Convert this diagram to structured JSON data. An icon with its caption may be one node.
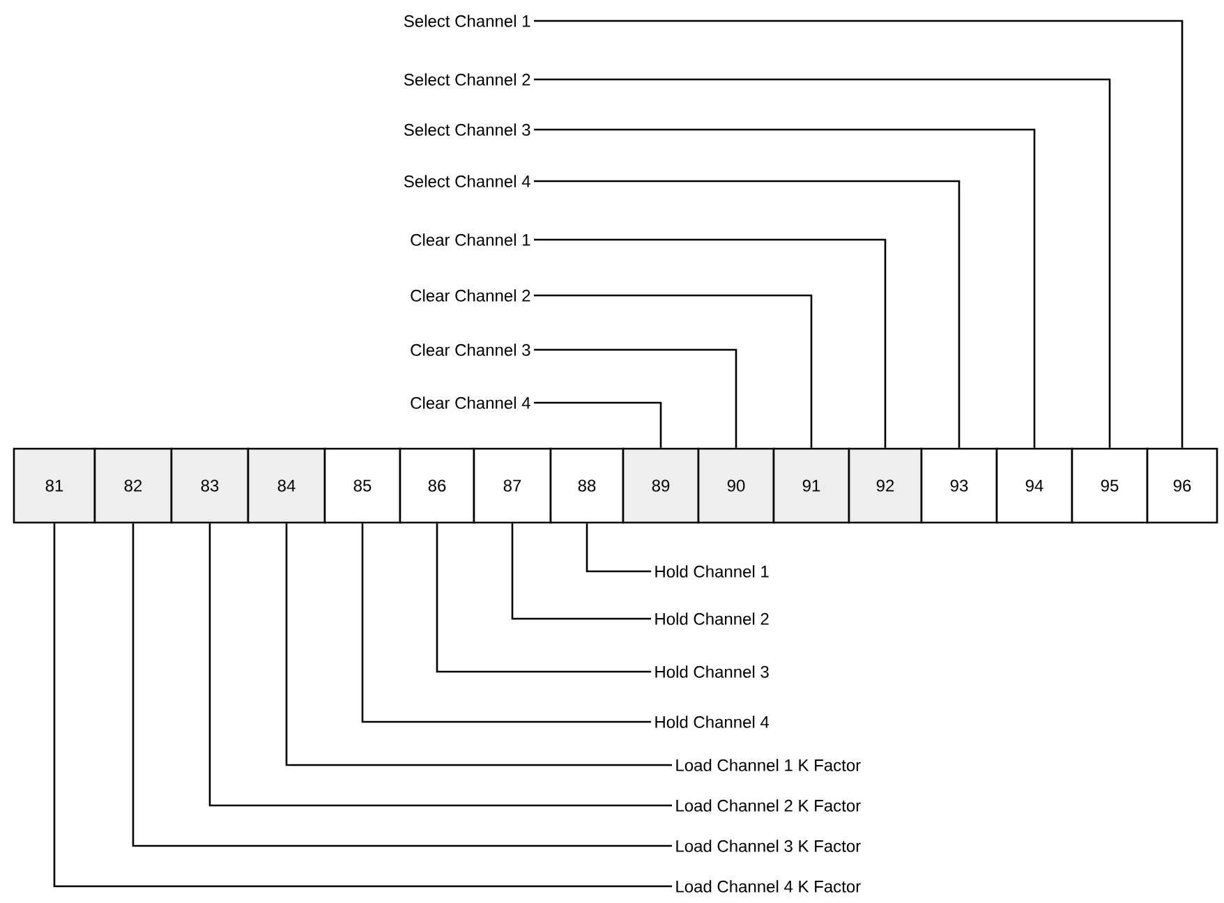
{
  "diagram": {
    "nodes": [
      {
        "text": [
          "81"
        ]
      },
      {
        "text": [
          "82"
        ]
      },
      {
        "text": [
          "83"
        ]
      },
      {
        "text": [
          "84"
        ]
      },
      {
        "text": [
          "85"
        ]
      },
      {
        "text": [
          "86"
        ]
      },
      {
        "text": [
          "87"
        ]
      },
      {
        "text": [
          "88"
        ]
      },
      {
        "text": [
          "89"
        ]
      },
      {
        "text": [
          "90"
        ]
      },
      {
        "text": [
          "91"
        ]
      },
      {
        "text": [
          "92"
        ]
      },
      {
        "text": [
          "93"
        ]
      },
      {
        "text": [
          "94"
        ]
      },
      {
        "text": [
          "95"
        ]
      },
      {
        "text": [
          "96"
        ]
      },
      {
        "text": [
          "Select Channel 1"
        ]
      },
      {
        "text": [
          "Select Channel 2"
        ]
      },
      {
        "text": [
          "Select Channel 3"
        ]
      },
      {
        "text": [
          "Select Channel 4"
        ]
      },
      {
        "text": [
          "Clear Channel 1"
        ]
      },
      {
        "text": [
          "Clear Channel 2"
        ]
      },
      {
        "text": [
          "Clear Channel 3"
        ]
      },
      {
        "text": [
          "Clear Channel 4"
        ]
      },
      {
        "text": [
          "Hold Channel 1"
        ]
      },
      {
        "text": [
          "Hold Channel 2"
        ]
      },
      {
        "text": [
          "Hold Channel 3"
        ]
      },
      {
        "text": [
          "Hold Channel 4"
        ]
      },
      {
        "text": [
          "Load Channel 1 K Factor"
        ]
      },
      {
        "text": [
          "Load Channel 2 K Factor"
        ]
      },
      {
        "text": [
          "Load Channel 3 K Factor"
        ]
      },
      {
        "text": [
          "Load Channel 4 K Factor"
        ]
      }
    ],
    "edges": [
      {
        "from": 16,
        "to": 15,
        "arrow": "none"
      },
      {
        "from": 17,
        "to": 14,
        "arrow": "none"
      },
      {
        "from": 18,
        "to": 13,
        "arrow": "none"
      },
      {
        "from": 19,
        "to": 12,
        "arrow": "none"
      },
      {
        "from": 20,
        "to": 11,
        "arrow": "none"
      },
      {
        "from": 21,
        "to": 10,
        "arrow": "none"
      },
      {
        "from": 22,
        "to": 9,
        "arrow": "none"
      },
      {
        "from": 23,
        "to": 8,
        "arrow": "none"
      },
      {
        "from": 24,
        "to": 7,
        "arrow": "none"
      },
      {
        "from": 25,
        "to": 6,
        "arrow": "none"
      },
      {
        "from": 26,
        "to": 5,
        "arrow": "none"
      },
      {
        "from": 27,
        "to": 4,
        "arrow": "none"
      },
      {
        "from": 28,
        "to": 3,
        "arrow": "none"
      },
      {
        "from": 29,
        "to": 2,
        "arrow": "none"
      },
      {
        "from": 30,
        "to": 1,
        "arrow": "none"
      },
      {
        "from": 31,
        "to": 0,
        "arrow": "none"
      }
    ]
  }
}
